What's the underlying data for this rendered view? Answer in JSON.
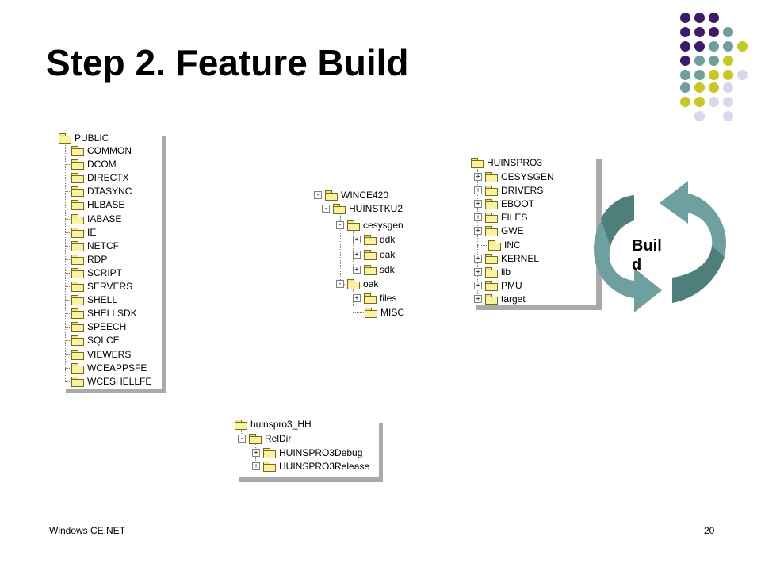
{
  "slide": {
    "title": "Step 2. Feature Build",
    "footer_left": "Windows CE.NET",
    "page_number": "20",
    "cycle_label": "Buil d"
  },
  "colors": {
    "purple": "#3d1a6b",
    "teal": "#6e9e9e",
    "lime": "#c8c81e",
    "lavender": "#d8d8ea",
    "arrow_dark": "#4f7f7a",
    "arrow_light": "#6fa0a0"
  },
  "tree_public": {
    "root": "PUBLIC",
    "items": [
      "COMMON",
      "DCOM",
      "DIRECTX",
      "DTASYNC",
      "HLBASE",
      "IABASE",
      "IE",
      "NETCF",
      "RDP",
      "SCRIPT",
      "SERVERS",
      "SHELL",
      "SHELLSDK",
      "SPEECH",
      "SQLCE",
      "VIEWERS",
      "WCEAPPSFE",
      "WCESHELLFE"
    ]
  },
  "tree_wince": {
    "root": "WINCE420",
    "child": "HUINSTKU2",
    "cesysgen": "cesysgen",
    "cesysgen_items": [
      "ddk",
      "oak",
      "sdk"
    ],
    "oak": "oak",
    "oak_items": [
      "files",
      "MISC"
    ]
  },
  "tree_huinspro3": {
    "root": "HUINSPRO3",
    "items": [
      "CESYSGEN",
      "DRIVERS",
      "EBOOT",
      "FILES",
      "GWE",
      "INC",
      "KERNEL",
      "lib",
      "PMU",
      "target"
    ]
  },
  "tree_hh": {
    "root": "huinspro3_HH",
    "child": "RelDir",
    "items": [
      "HUINSPRO3Debug",
      "HUINSPRO3Release"
    ]
  }
}
